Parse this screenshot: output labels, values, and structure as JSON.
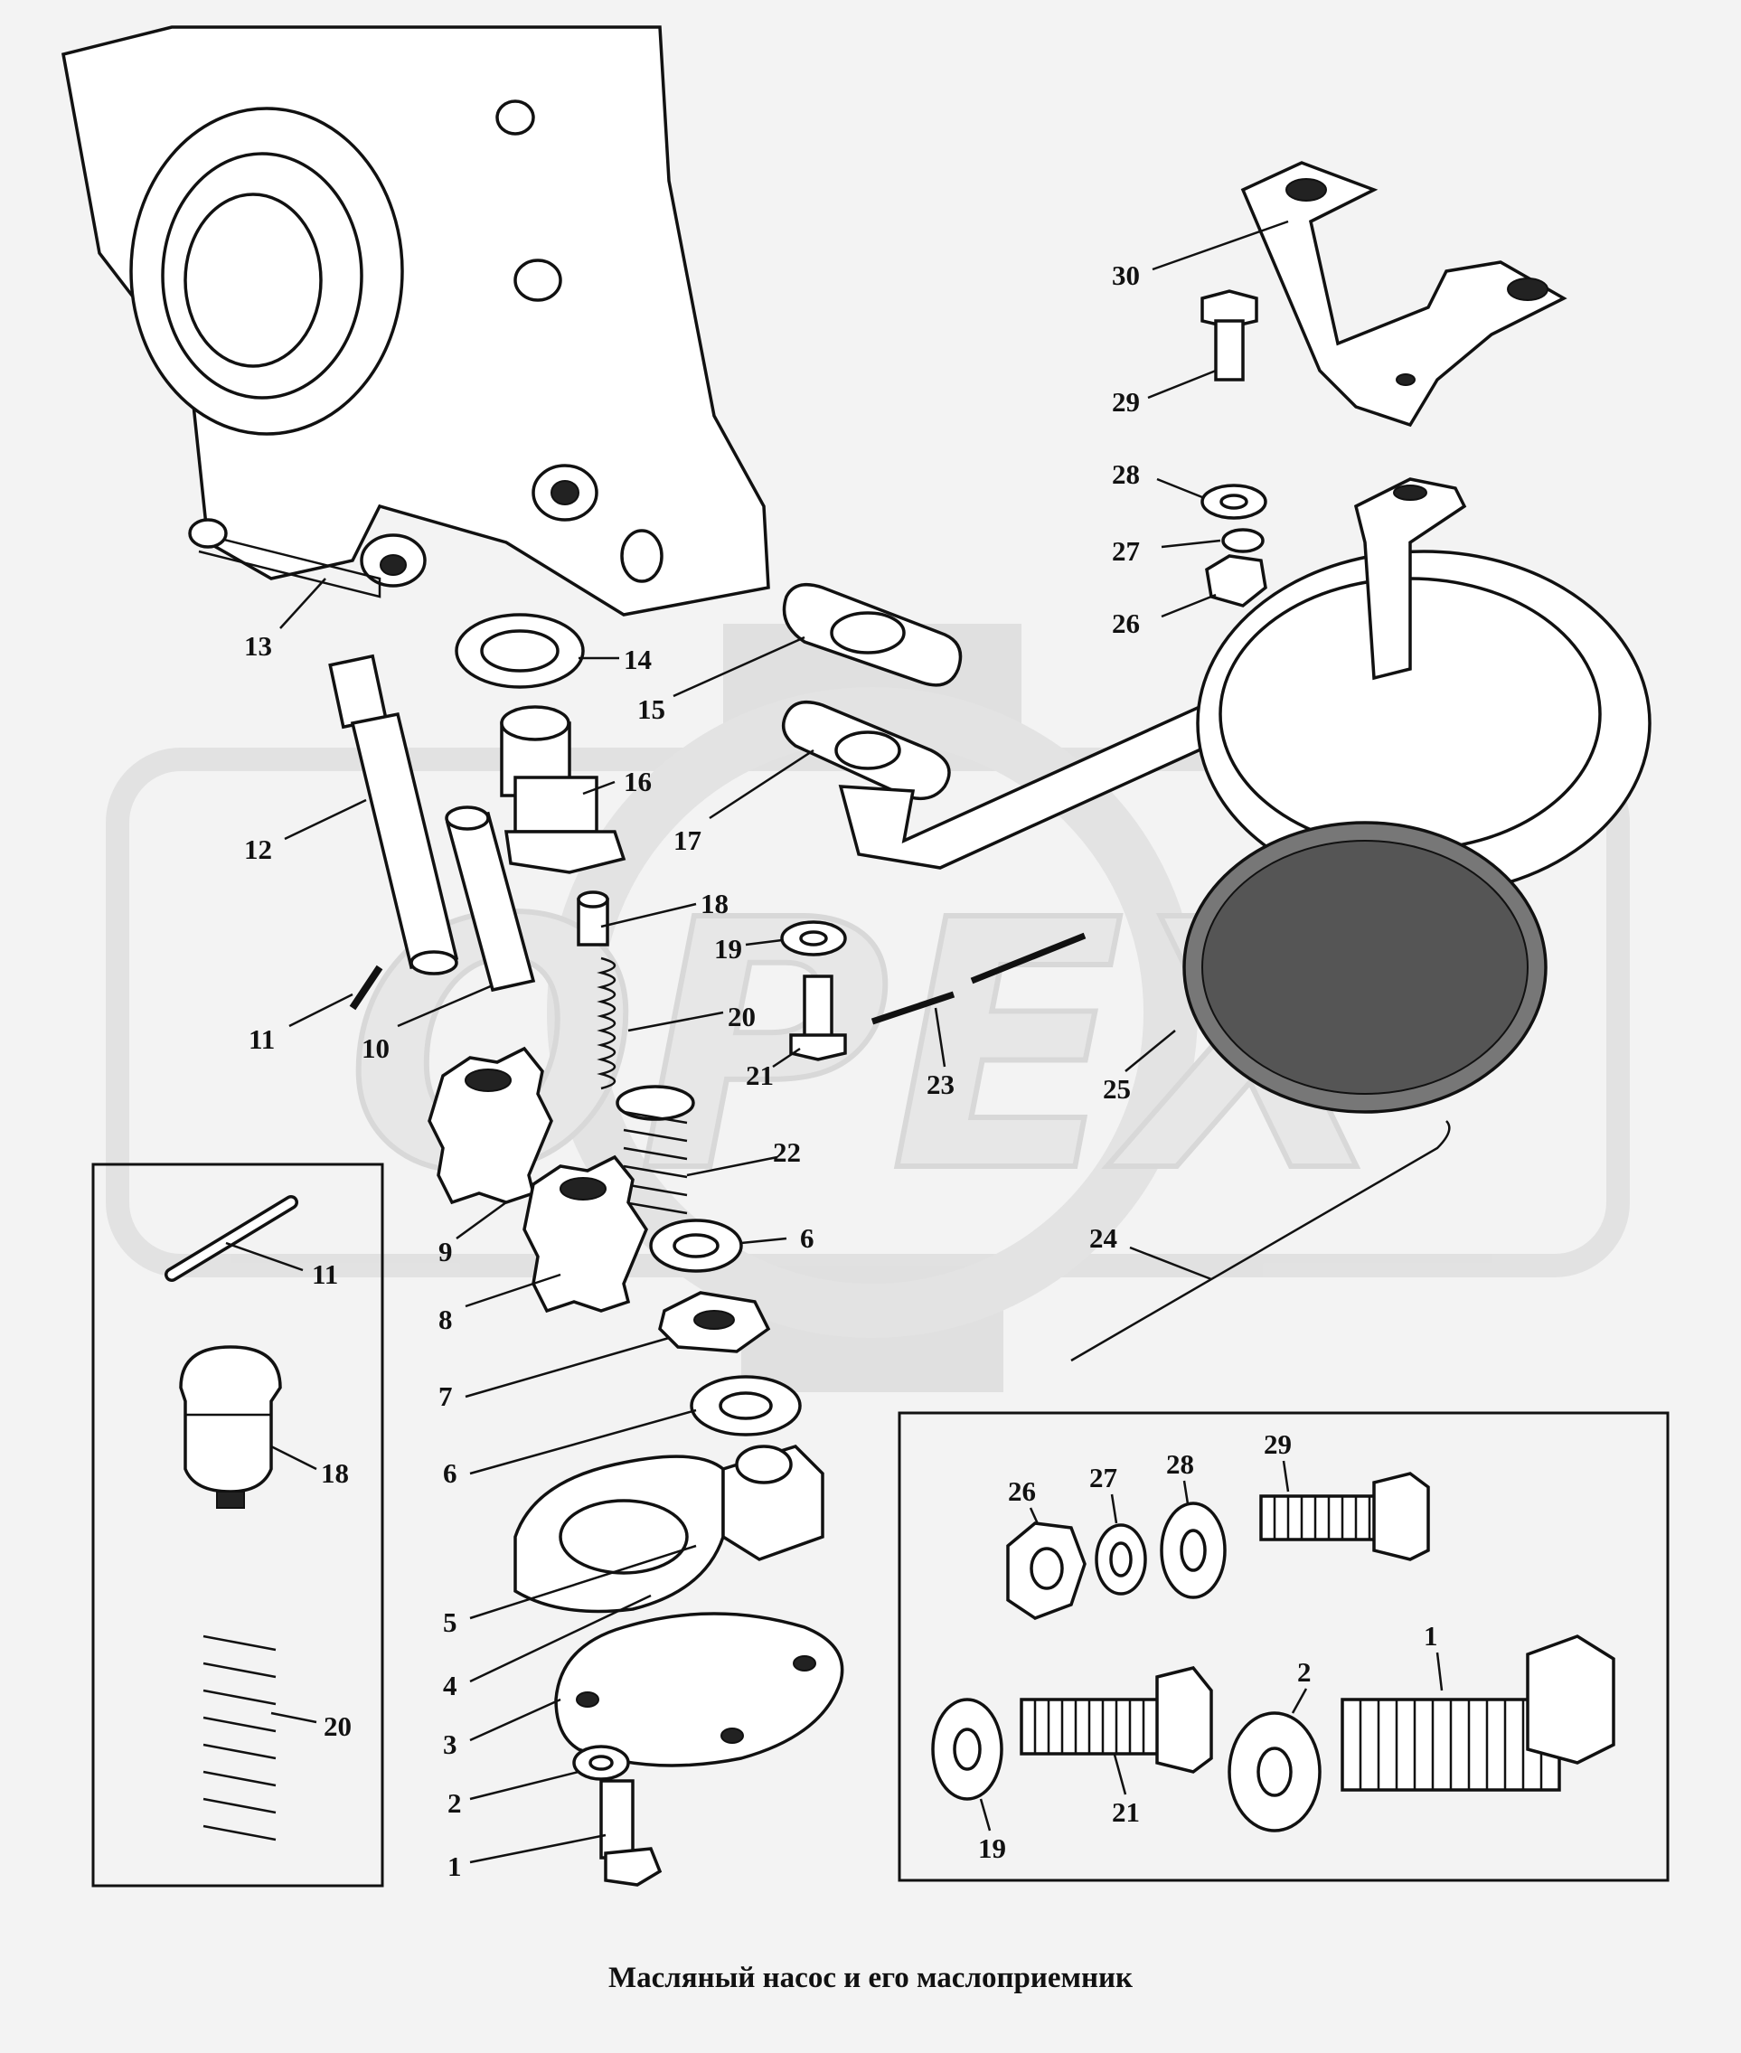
{
  "caption": "Масляный насос и его маслоприемник",
  "watermark": "OPEX",
  "colors": {
    "background": "#f3f3f3",
    "ink": "#111111",
    "watermark": "#dedede"
  },
  "callouts": {
    "c30": "30",
    "c29": "29",
    "c28": "28",
    "c27": "27",
    "c26": "26",
    "c13": "13",
    "c14": "14",
    "c15": "15",
    "c16": "16",
    "c17": "17",
    "c12": "12",
    "c18": "18",
    "c19": "19",
    "c20": "20",
    "c21": "21",
    "c23": "23",
    "c25": "25",
    "c11": "11",
    "c10": "10",
    "c22": "22",
    "c9": "9",
    "c6a": "6",
    "c8": "8",
    "c24": "24",
    "c7": "7",
    "c6b": "6",
    "c5": "5",
    "c4": "4",
    "c3": "3",
    "c2": "2",
    "c1": "1"
  },
  "inset_left": {
    "c11": "11",
    "c18": "18",
    "c20": "20"
  },
  "inset_right": {
    "c26": "26",
    "c27": "27",
    "c28": "28",
    "c29": "29",
    "c1": "1",
    "c2": "2",
    "c19": "19",
    "c21": "21"
  }
}
